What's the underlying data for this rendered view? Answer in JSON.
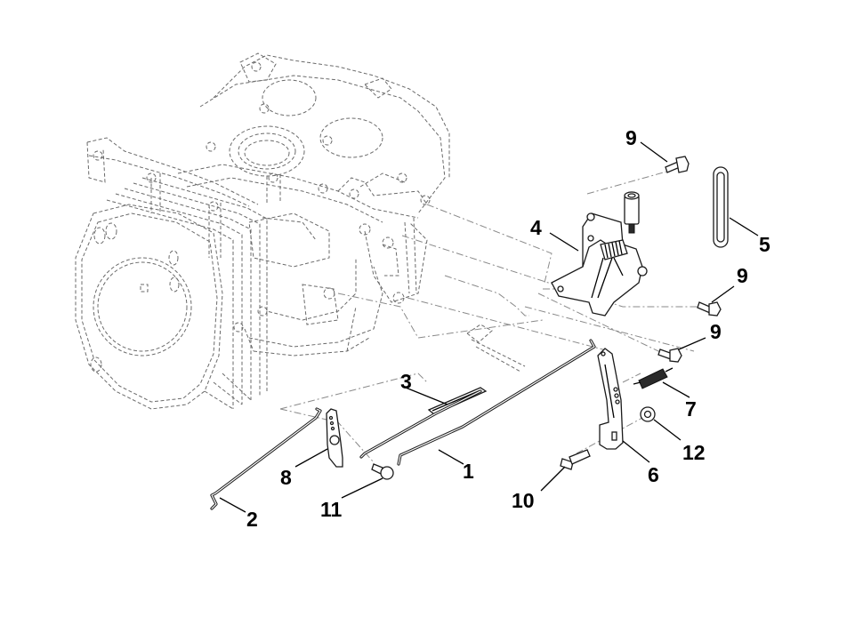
{
  "diagram": {
    "title": "Throttle / governor control linkage – exploded parts view",
    "callouts": [
      {
        "id": "c1",
        "label": "1",
        "part": "Governor rod"
      },
      {
        "id": "c2",
        "label": "2",
        "part": "Throttle link rod"
      },
      {
        "id": "c3",
        "label": "3",
        "part": "Rod sleeve"
      },
      {
        "id": "c4",
        "label": "4",
        "part": "Control bracket"
      },
      {
        "id": "c5",
        "label": "5",
        "part": "Spring"
      },
      {
        "id": "c6",
        "label": "6",
        "part": "Governor lever"
      },
      {
        "id": "c7",
        "label": "7",
        "part": "Governor spring"
      },
      {
        "id": "c8",
        "label": "8",
        "part": "Choke lever"
      },
      {
        "id": "c9a",
        "label": "9",
        "part": "Bolt"
      },
      {
        "id": "c9b",
        "label": "9",
        "part": "Bolt"
      },
      {
        "id": "c9c",
        "label": "9",
        "part": "Bolt"
      },
      {
        "id": "c10",
        "label": "10",
        "part": "Clamp bolt"
      },
      {
        "id": "c11",
        "label": "11",
        "part": "Flange bolt"
      },
      {
        "id": "c12",
        "label": "12",
        "part": "Nut"
      }
    ],
    "colors": {
      "ink": "#000000",
      "ghost": "#6a6a6a",
      "background": "#ffffff"
    }
  }
}
